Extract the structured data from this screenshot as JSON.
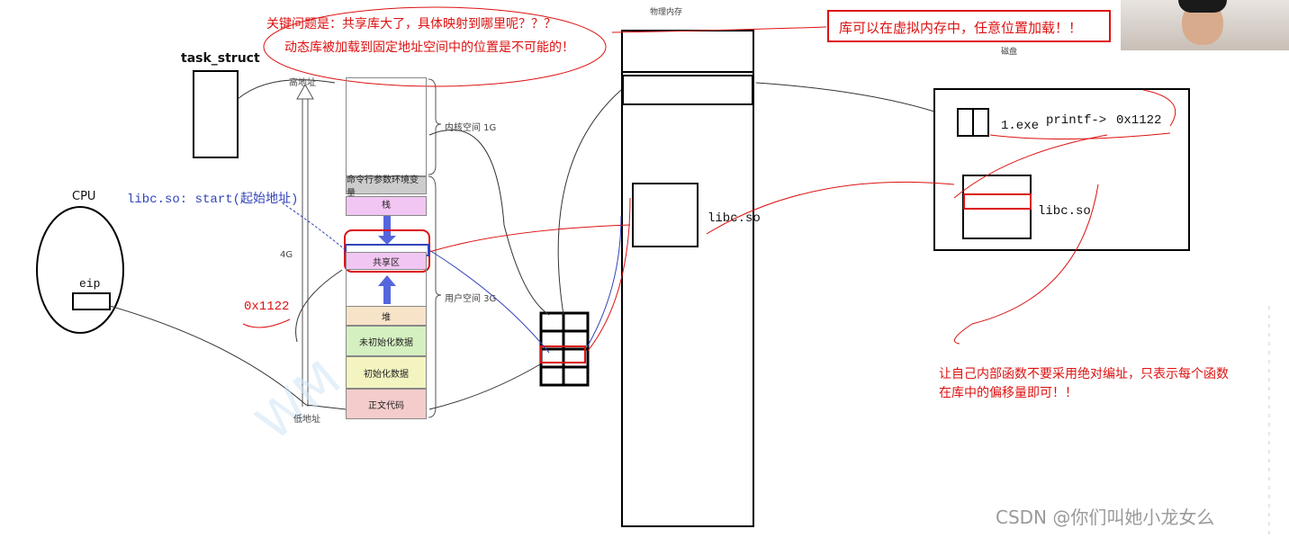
{
  "annotations": {
    "key_question": "关键问题是：共享库大了，具体映射到哪里呢？？？",
    "impossible_note": "动态库被加载到固定地址空间中的位置是不可能的！",
    "load_anywhere": "库可以在虚拟内存中，任意位置加载！！",
    "offset_note_line1": "让自己内部函数不要采用绝对编址，只表示每个函数",
    "offset_note_line2": "在库中的偏移量即可！！",
    "addr_0x1122": "0x1122"
  },
  "labels": {
    "task_struct": "task_struct",
    "physical_memory": "物理内存",
    "disk": "磁盘",
    "cpu": "CPU",
    "eip": "eip",
    "libc_start": "libc.so: start(起始地址)",
    "high_addr": "高地址",
    "low_addr": "低地址",
    "size_4g": "4G",
    "kernel_space": "内核空间 1G",
    "user_space": "用户空间 3G",
    "libc_so_mem": "libc.so",
    "libc_so_disk": "libc.so",
    "exe_name": "1.exe",
    "printf_ref": "printf->",
    "printf_addr": "0x1122",
    "watermark": "CSDN @你们叫她小龙女么"
  },
  "segments": {
    "cmdline_env": "命令行参数环境变量",
    "stack": "栈",
    "shared": "共享区",
    "heap": "堆",
    "bss": "未初始化数据",
    "data": "初始化数据",
    "text": "正文代码"
  },
  "colors": {
    "red": "#dd1111",
    "blue": "#3344bb",
    "stack_fill": "#f2c6f2",
    "heap_fill": "#f7e3c8",
    "bss_fill": "#d5f0c0",
    "data_fill": "#f4f4c0",
    "text_fill": "#f4cccc",
    "cmd_fill": "#cccccc"
  }
}
